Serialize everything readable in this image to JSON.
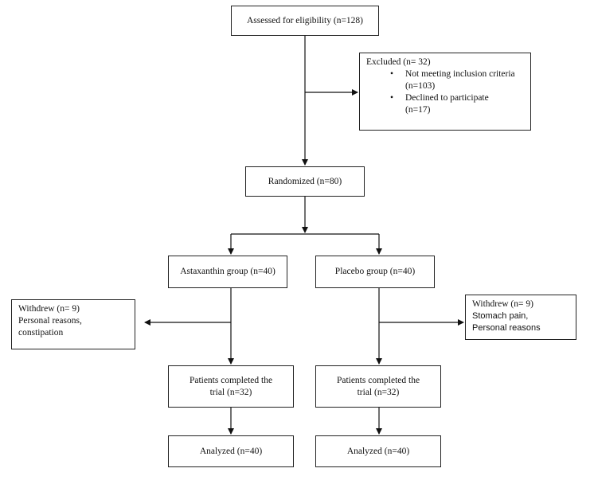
{
  "flowchart": {
    "assessed": "Assessed for eligibility (n=128)",
    "excluded": {
      "title": "Excluded (n= 32)",
      "reasons": [
        {
          "line1": "Not meeting inclusion criteria",
          "line2": "(n=103)"
        },
        {
          "line1": "Declined to participate",
          "line2": "(n=17)"
        }
      ]
    },
    "randomized": "Randomized (n=80)",
    "astaxanthin_group": "Astaxanthin group (n=40)",
    "placebo_group": "Placebo group (n=40)",
    "withdrew_left": {
      "title": "Withdrew (n= 9)",
      "line1": "Personal reasons,",
      "line2": "constipation"
    },
    "withdrew_right": {
      "title": "Withdrew (n= 9)",
      "line1": "Stomach pain,",
      "line2": "Personal reasons"
    },
    "completed_left": {
      "line1": "Patients completed the",
      "line2": "trial (n=32)"
    },
    "completed_right": {
      "line1": "Patients completed the",
      "line2": "trial (n=32)"
    },
    "analyzed_left": "Analyzed (n=40)",
    "analyzed_right": "Analyzed (n=40)"
  }
}
